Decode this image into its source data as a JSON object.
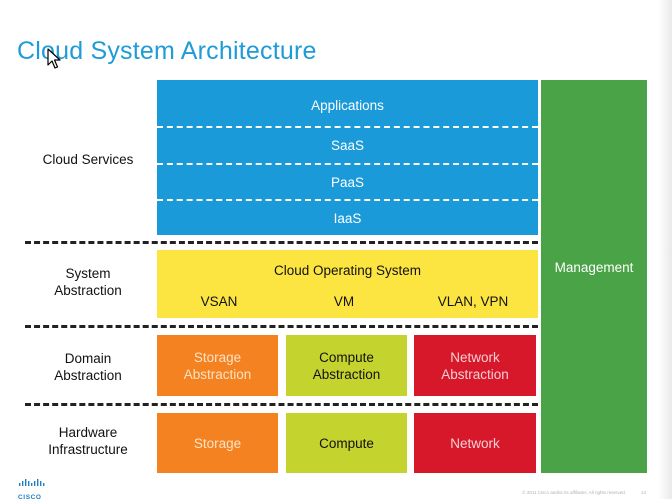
{
  "slide": {
    "title": "Cloud System Architecture",
    "footer_text": "© 2011 Cisco and/or its affiliates. All rights reserved.",
    "page_number": "14",
    "logo_text": "CISCO"
  },
  "labels": {
    "cloud_services": "Cloud Services",
    "system_abstraction_1": "System",
    "system_abstraction_2": "Abstraction",
    "domain_abstraction_1": "Domain",
    "domain_abstraction_2": "Abstraction",
    "hardware_infrastructure_1": "Hardware",
    "hardware_infrastructure_2": "Infrastructure"
  },
  "cloud_services": {
    "applications": "Applications",
    "saas": "SaaS",
    "paas": "PaaS",
    "iaas": "IaaS"
  },
  "system_abstraction": {
    "title": "Cloud Operating System",
    "items": [
      "VSAN",
      "VM",
      "VLAN, VPN"
    ]
  },
  "domain_abstraction": {
    "storage_1": "Storage",
    "storage_2": "Abstraction",
    "compute_1": "Compute",
    "compute_2": "Abstraction",
    "network_1": "Network",
    "network_2": "Abstraction"
  },
  "hardware": {
    "storage": "Storage",
    "compute": "Compute",
    "network": "Network"
  },
  "management": {
    "label": "Management"
  },
  "colors": {
    "title": "#1f9bd7",
    "services_blue": "#1a9ad9",
    "os_yellow": "#fde541",
    "storage_orange": "#f58220",
    "compute_green": "#c5d32e",
    "network_red": "#d7182a",
    "management_green": "#4aa346"
  },
  "icons": {
    "cursor": "move-cursor-icon",
    "logo": "cisco-logo-icon"
  }
}
